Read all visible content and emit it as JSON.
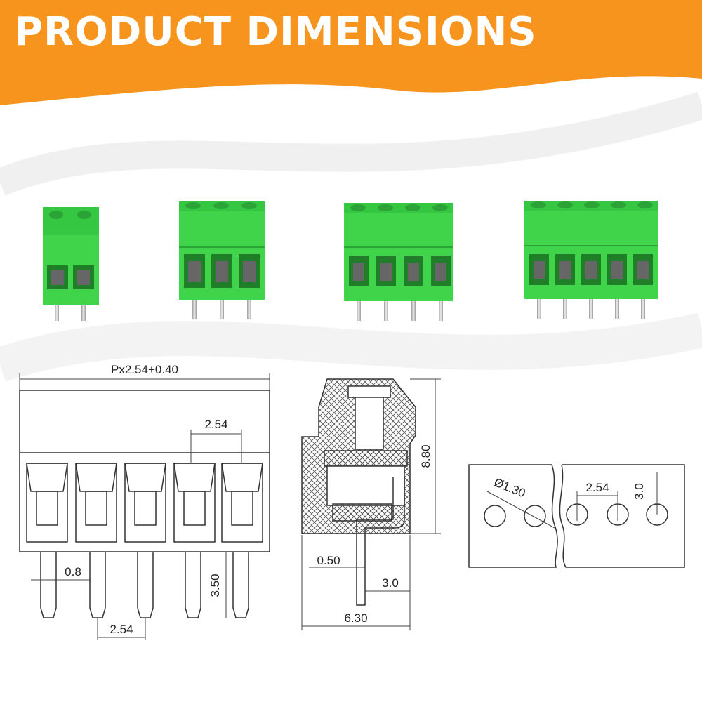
{
  "header": {
    "title": "PRODUCT DIMENSIONS",
    "band_color": "#F7941D"
  },
  "product_photos": [
    {
      "name": "2-pin terminal block",
      "poles": 2
    },
    {
      "name": "3-pin terminal block",
      "poles": 3
    },
    {
      "name": "4-pin terminal block",
      "poles": 4
    },
    {
      "name": "5-pin terminal block",
      "poles": 5
    }
  ],
  "colors": {
    "terminal_green": "#3FD44A",
    "terminal_dark": "#25A52E",
    "pin": "#C8C8C8"
  },
  "front_view": {
    "width_label": "Px2.54+0.40",
    "pitch_top_label": "2.54",
    "pin_width_label": "0.8",
    "pin_length_label": "3.50",
    "pitch_bottom_label": "2.54"
  },
  "side_view": {
    "height_label": "8.80",
    "pin_width_label": "0.50",
    "pin_offset_label": "3.0",
    "depth_label": "6.30"
  },
  "pcb_layout": {
    "hole_diameter_label": "Ø1.30",
    "pitch_label": "2.54",
    "row_offset_label": "3.0"
  }
}
